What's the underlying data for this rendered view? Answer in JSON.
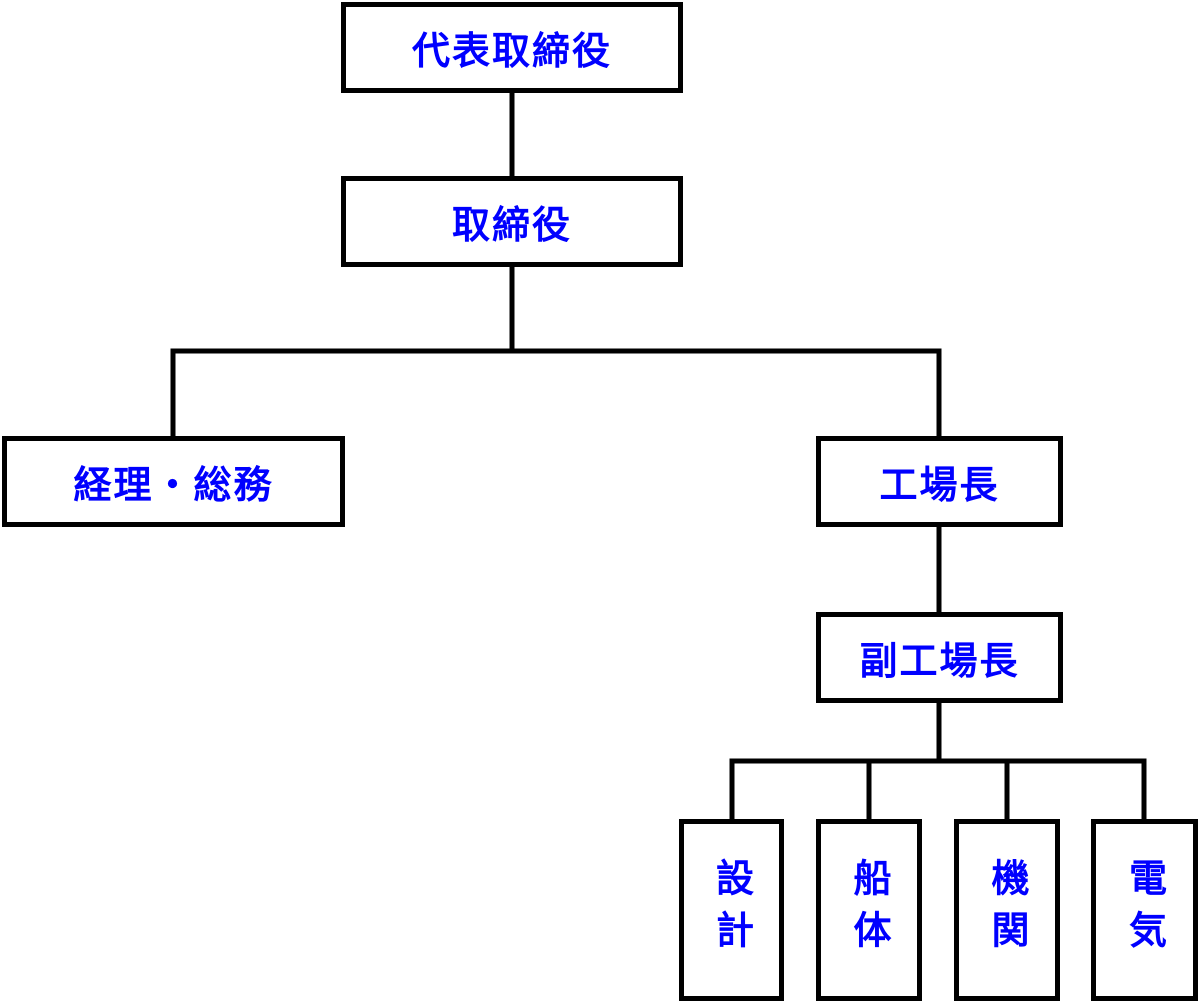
{
  "org_chart": {
    "nodes": [
      {
        "id": "ceo",
        "label": "代表取締役"
      },
      {
        "id": "director",
        "label": "取締役",
        "parent": "ceo"
      },
      {
        "id": "admin",
        "label": "経理・総務",
        "parent": "director"
      },
      {
        "id": "plant_manager",
        "label": "工場長",
        "parent": "director"
      },
      {
        "id": "deputy_plant_manager",
        "label": "副工場長",
        "parent": "plant_manager"
      },
      {
        "id": "design",
        "label": "設計",
        "parent": "deputy_plant_manager"
      },
      {
        "id": "hull",
        "label": "船体",
        "parent": "deputy_plant_manager"
      },
      {
        "id": "engine",
        "label": "機関",
        "parent": "deputy_plant_manager"
      },
      {
        "id": "electric",
        "label": "電気",
        "parent": "deputy_plant_manager"
      }
    ]
  },
  "colors": {
    "text": "#0000ff",
    "border": "#000000",
    "line": "#000000",
    "background": "#ffffff"
  }
}
